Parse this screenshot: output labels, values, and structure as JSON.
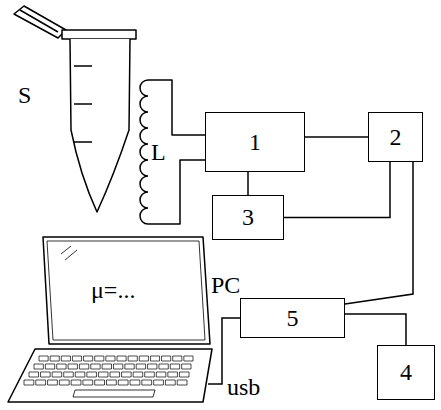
{
  "diagram": {
    "nodes": [
      {
        "text": [
          "1"
        ]
      },
      {
        "text": [
          "2"
        ]
      },
      {
        "text": [
          "3"
        ]
      },
      {
        "text": [
          "PC",
          "μ=..."
        ]
      },
      {
        "text": [
          "5"
        ]
      },
      {
        "text": [
          "4"
        ]
      }
    ],
    "edges": [
      {
        "from": 0,
        "to": 1,
        "arrow": "none"
      },
      {
        "from": 0,
        "to": 2,
        "arrow": "none"
      },
      {
        "from": 2,
        "to": 1,
        "arrow": "none"
      },
      {
        "from": 1,
        "to": 4,
        "arrow": "none"
      },
      {
        "from": 3,
        "to": 4,
        "label": "usb",
        "arrow": "none"
      },
      {
        "from": 4,
        "to": 5,
        "arrow": "none"
      }
    ],
    "labels": [
      "S",
      "L"
    ]
  }
}
